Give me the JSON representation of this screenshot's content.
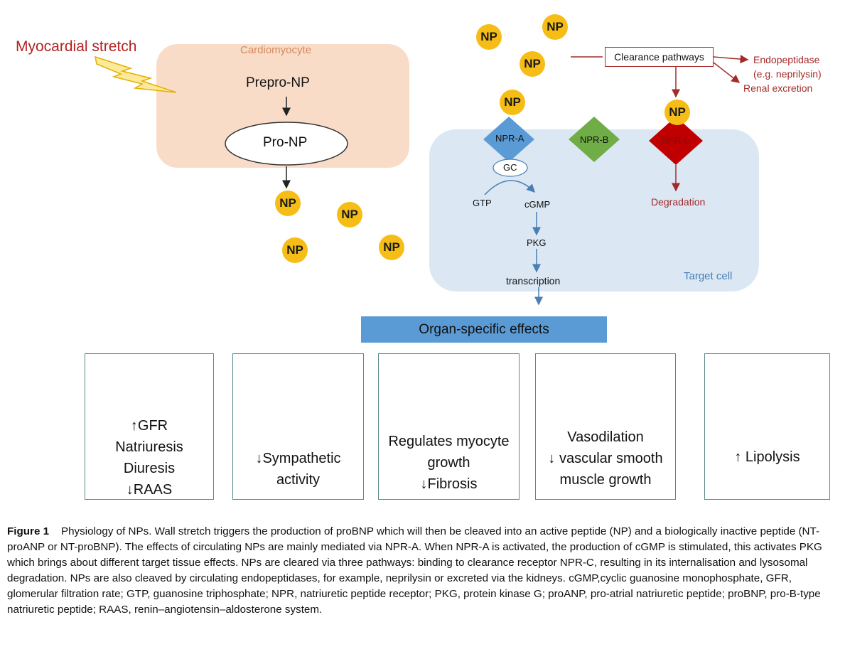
{
  "diagram": {
    "trigger_label": "Myocardial stretch",
    "cardiomyocyte_label": "Cardiomyocyte",
    "prepro_label": "Prepro-NP",
    "pro_label": "Pro-NP",
    "np_label": "NP",
    "clearance_label": "Clearance pathways",
    "endopeptidase_label": "Endopeptidase",
    "neprilysin_label": "(e.g. neprilysin)",
    "renal_label": "Renal excretion",
    "npra_label": "NPR-A",
    "nprb_label": "NPR-B",
    "nprc_label": "NPR-C",
    "gc_label": "GC",
    "gtp_label": "GTP",
    "cgmp_label": "cGMP",
    "pkg_label": "PKG",
    "transcription_label": "transcription",
    "degradation_label": "Degradation",
    "target_cell_label": "Target cell",
    "effects_title": "Organ-specific effects"
  },
  "effects": [
    {
      "icon": "kidneys-icon",
      "lines": [
        "↑GFR",
        "Natriuresis",
        "Diuresis",
        "↓RAAS"
      ]
    },
    {
      "icon": "brain-icon",
      "lines": [
        "↓Sympathetic",
        "activity"
      ]
    },
    {
      "icon": "heart-icon",
      "lines": [
        "Regulates myocyte",
        "growth",
        "↓Fibrosis"
      ]
    },
    {
      "icon": "blood-vessel-icon",
      "lines": [
        "Vasodilation",
        "↓ vascular smooth",
        "muscle growth"
      ]
    },
    {
      "icon": "adipose-tissue-icon",
      "lines": [
        "↑ Lipolysis"
      ]
    }
  ],
  "caption": {
    "label": "Figure 1",
    "text": "Physiology of NPs. Wall stretch triggers the production of proBNP which will then be cleaved into an active peptide (NP) and a biologically inactive peptide (NT-proANP or NT-proBNP). The effects of circulating NPs are mainly mediated via NPR-A. When NPR-A is activated, the production of cGMP is stimulated, this activates PKG which brings about different target tissue effects. NPs are cleared via three pathways: binding to clearance receptor NPR-C, resulting in its internalisation and lysosomal degradation. NPs are also cleaved by circulating endopeptidases, for example, neprilysin or excreted via the kidneys. cGMP,cyclic guanosine monophosphate, GFR, glomerular filtration rate; GTP, guanosine triphosphate; NPR, natriuretic peptide receptor; PKG, protein kinase G; proANP, pro-atrial natriuretic peptide; proBNP, pro-B-type natriuretic peptide; RAAS, renin–angiotensin–aldosterone system."
  },
  "colors": {
    "cardiomyocyte_fill": "#f9dcc8",
    "target_cell_fill": "#dbe7f3",
    "np_fill": "#f6bd16",
    "npra_fill": "#5b9bd5",
    "nprb_fill": "#70ad47",
    "nprc_fill": "#c00000",
    "dark_red": "#a52a2a",
    "effects_bar": "#5b9bd5"
  }
}
